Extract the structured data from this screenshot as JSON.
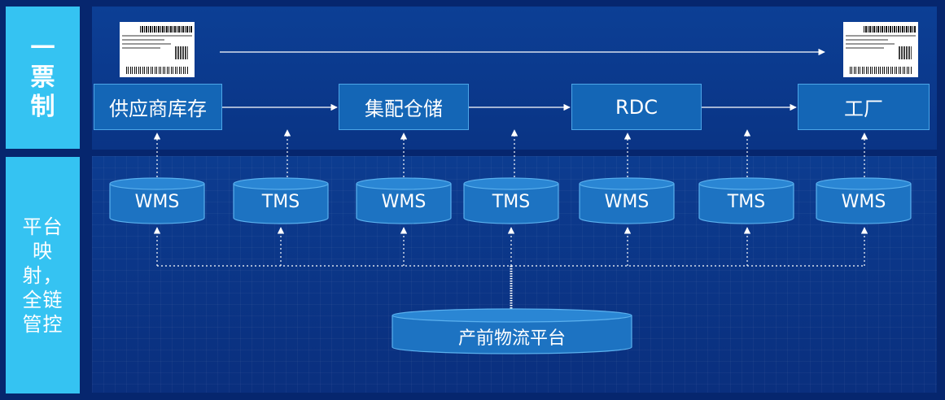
{
  "side": {
    "top_label": "一票制",
    "bottom_label": "平台映射，全链管控"
  },
  "nodes": [
    {
      "id": "supplier",
      "label": "供应商库存"
    },
    {
      "id": "distribution",
      "label": "集配仓储"
    },
    {
      "id": "rdc",
      "label": "RDC"
    },
    {
      "id": "factory",
      "label": "工厂"
    }
  ],
  "systems": [
    "WMS",
    "TMS",
    "WMS",
    "TMS",
    "WMS",
    "TMS",
    "WMS"
  ],
  "platform": {
    "label": "产前物流平台"
  },
  "colors": {
    "background": "#06266e",
    "panel": "#0c3f95",
    "side": "#35c3f2",
    "node": "#1466b6",
    "cylinder": "#1d73c2",
    "line": "#ffffff"
  },
  "icons": [
    "shipping-label-icon",
    "shipping-label-icon"
  ]
}
